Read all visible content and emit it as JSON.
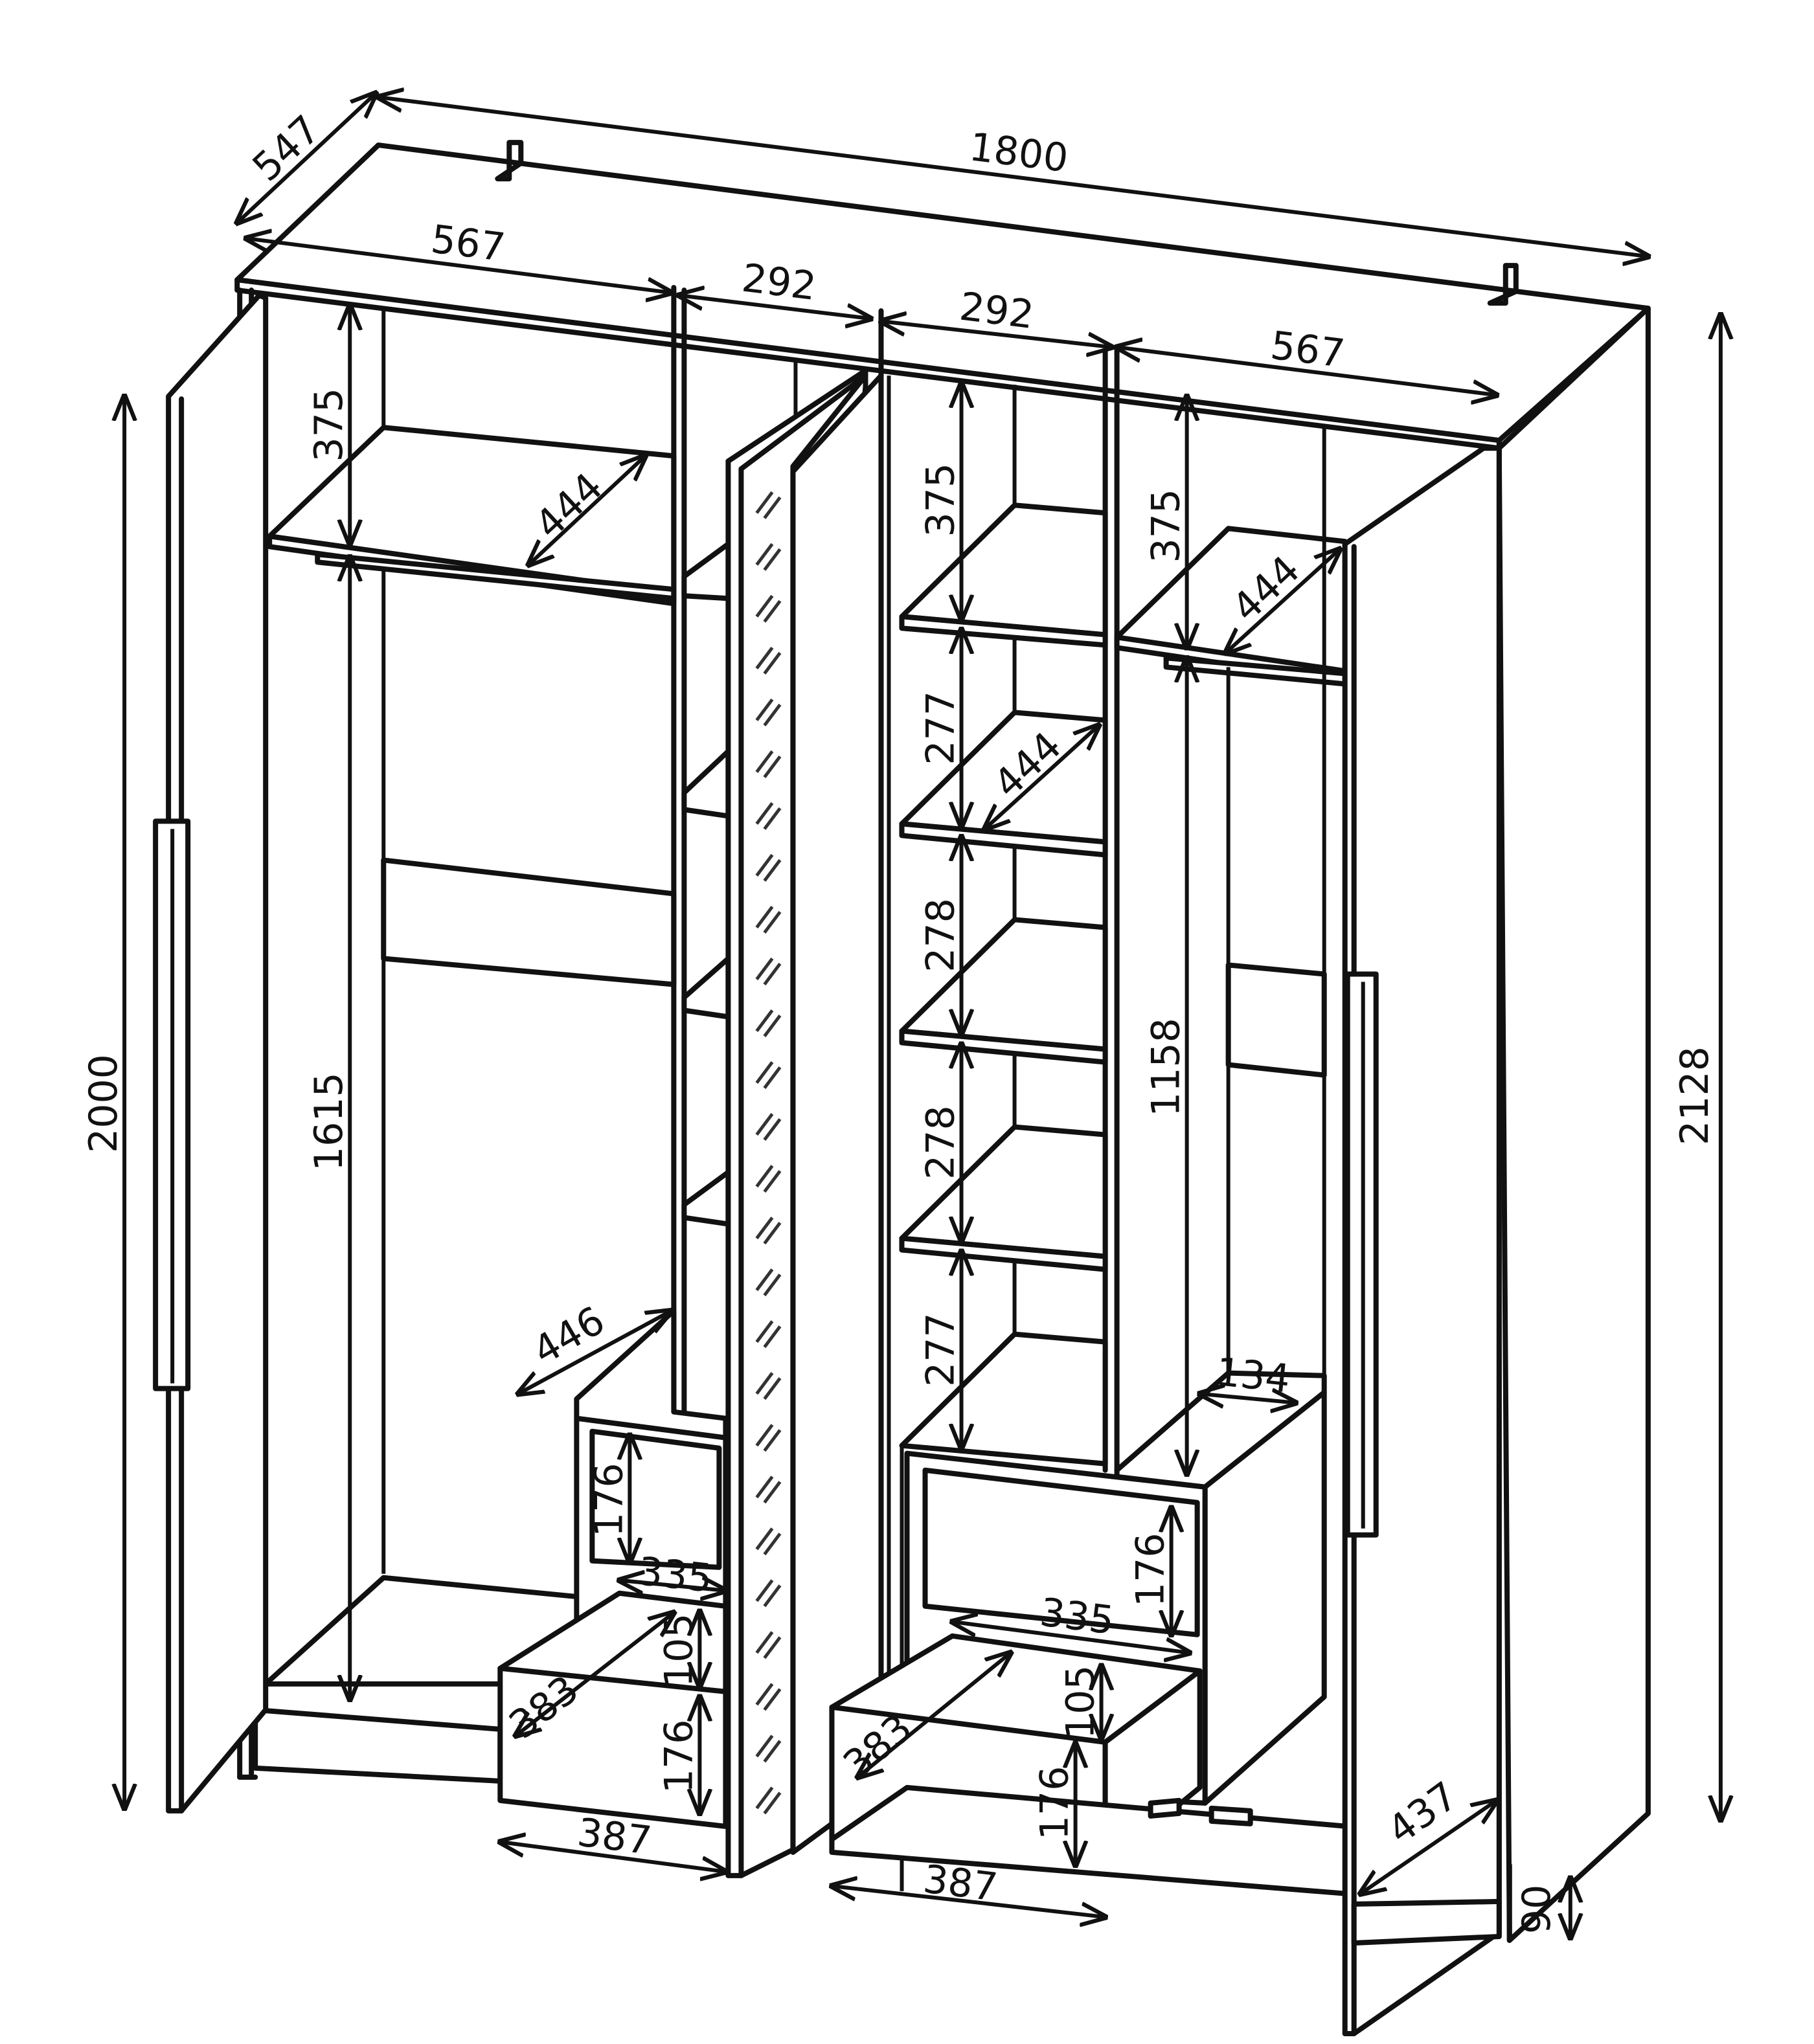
{
  "colors": {
    "line": "#111111",
    "background": "#ffffff"
  },
  "wardrobe": {
    "overall": {
      "width": "1800",
      "depth": "547",
      "height": "2128",
      "door_height": "2000",
      "plinth": "90"
    },
    "tops": {
      "left_width": "567",
      "mid_left_width": "292",
      "mid_right_width": "292",
      "right_width": "567"
    },
    "left_section": {
      "top_shelf": "375",
      "shelf_depth": "444",
      "hanging": "1615",
      "drawer_block_depth": "446"
    },
    "left_drawers": {
      "upper_height": "176",
      "inner_width": "335",
      "side_height": "105",
      "inner_depth": "383",
      "front_height": "176",
      "front_width": "387"
    },
    "shelf_column": {
      "s1": "375",
      "depth": "444",
      "s2": "277",
      "s3": "278",
      "s4": "278",
      "s5": "277"
    },
    "right_section": {
      "top_shelf": "375",
      "shelf_depth": "444",
      "hanging": "1158",
      "drawer_block": "134",
      "open_door": "437"
    },
    "right_drawers": {
      "upper_height": "176",
      "inner_width": "335",
      "side_height": "105",
      "inner_depth": "383",
      "front_height": "176",
      "front_width": "387"
    }
  }
}
